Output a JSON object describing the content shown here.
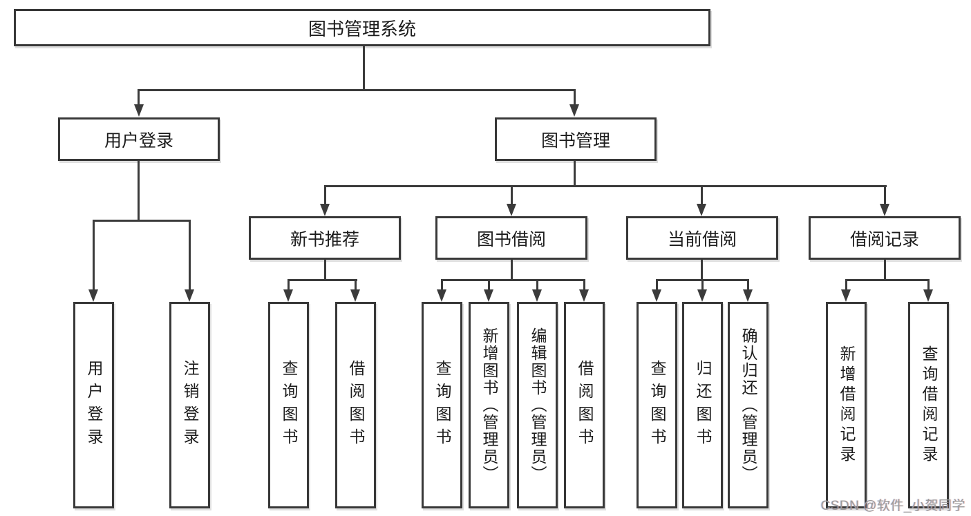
{
  "nodes": {
    "root": "图书管理系统",
    "user_login": "用户登录",
    "book_mgmt": "图书管理",
    "new_book": "新书推荐",
    "book_borrow": "图书借阅",
    "current_borrow": "当前借阅",
    "borrow_record": "借阅记录"
  },
  "leaves": {
    "user_login": [
      "用户登录",
      "注销登录"
    ],
    "new_book": [
      "查询图书",
      "借阅图书"
    ],
    "book_borrow": [
      "查询图书",
      "新增图书（管理员）",
      "编辑图书（管理员）",
      "借阅图书"
    ],
    "current_borrow": [
      "查询图书",
      "归还图书",
      "确认归还（管理员）"
    ],
    "borrow_record": [
      "新增借阅记录",
      "查询借阅记录"
    ]
  },
  "watermark": "CSDN @软件_小贺同学",
  "colors": {
    "line": "#3b3b3b",
    "box_border": "#383838",
    "text": "#1c1c1c",
    "background": "#ffffff",
    "watermark": "#9b9b9b"
  }
}
